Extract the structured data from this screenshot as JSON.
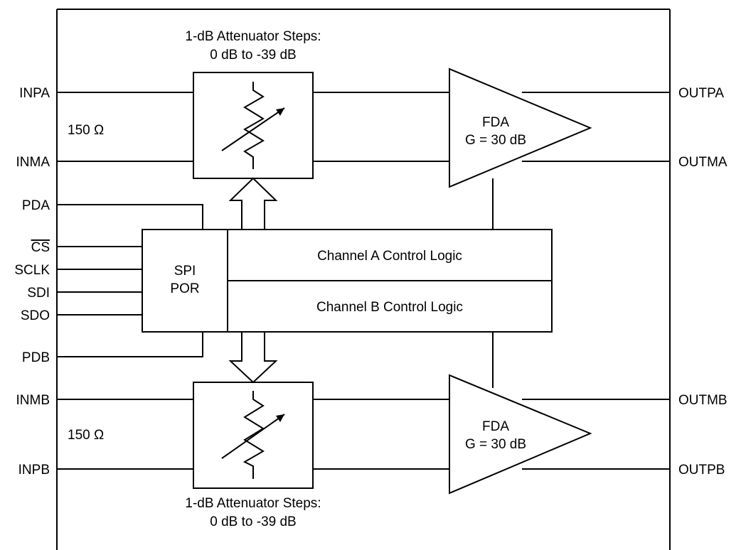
{
  "pins_left": {
    "inpa": "INPA",
    "inma": "INMA",
    "pda": "PDA",
    "cs": "CS",
    "sclk": "SCLK",
    "sdi": "SDI",
    "sdo": "SDO",
    "pdb": "PDB",
    "inmb": "INMB",
    "inpb": "INPB"
  },
  "pins_right": {
    "outpa": "OUTPA",
    "outma": "OUTMA",
    "outmb": "OUTMB",
    "outpb": "OUTPB"
  },
  "channel_a": {
    "attenuator_line1": "1-dB Attenuator Steps:",
    "attenuator_line2": "0 dB to -39 dB",
    "input_resistance": "150 Ω",
    "amp_line1": "FDA",
    "amp_line2": "G = 30 dB"
  },
  "channel_b": {
    "attenuator_line1": "1-dB Attenuator Steps:",
    "attenuator_line2": "0 dB to -39 dB",
    "input_resistance": "150 Ω",
    "amp_line1": "FDA",
    "amp_line2": "G = 30 dB"
  },
  "spi_block": {
    "line1": "SPI",
    "line2": "POR"
  },
  "control_logic": {
    "channel_a": "Channel A Control Logic",
    "channel_b": "Channel B Control Logic"
  }
}
